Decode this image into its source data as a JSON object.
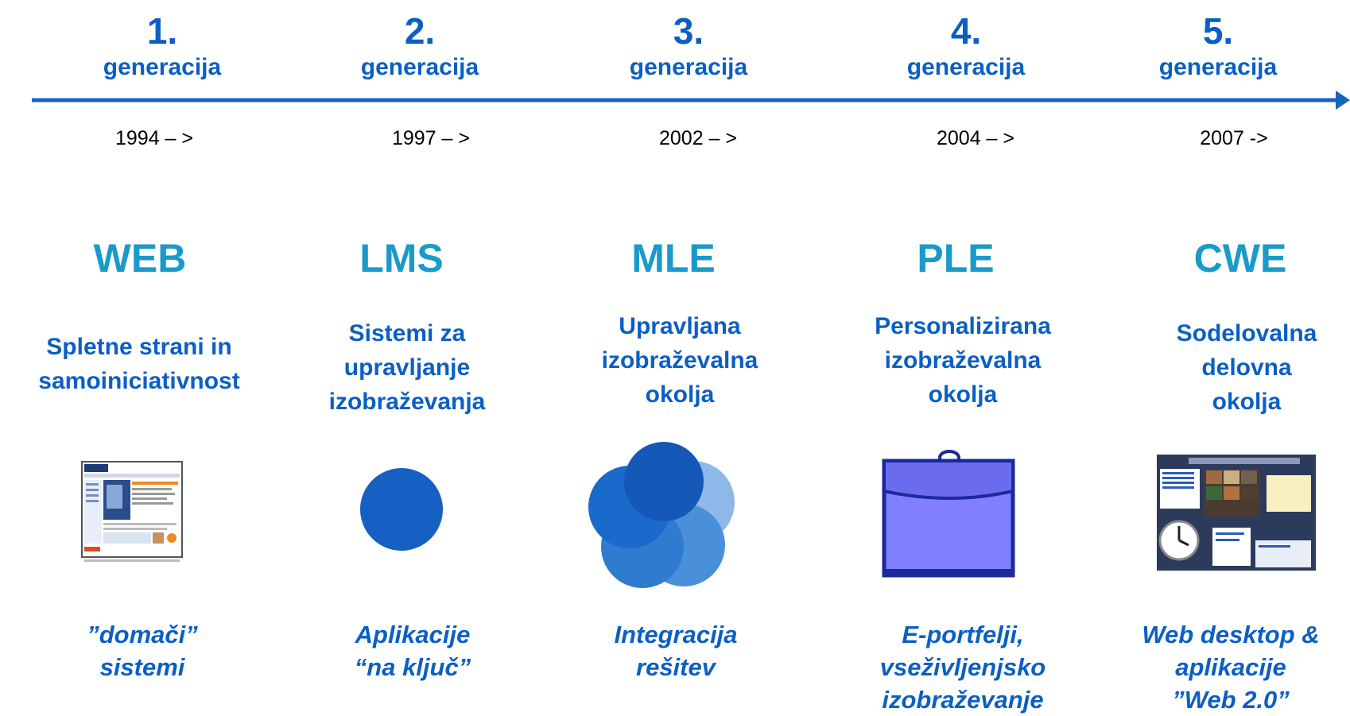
{
  "generations": [
    {
      "number": "1.",
      "label": "generacija",
      "years": "1994 – >",
      "acronym": "WEB",
      "description": "Spletne strani in\nsamoiniciativnost",
      "note": "”domači”\nsistemi",
      "picture": "website-screenshot-thumbnail"
    },
    {
      "number": "2.",
      "label": "generacija",
      "years": "1997 – >",
      "acronym": "LMS",
      "description": "Sistemi za\nupravljanje\nizobraževanja",
      "note": "Aplikacije\n“na ključ”",
      "picture": "single-circle"
    },
    {
      "number": "3.",
      "label": "generacija",
      "years": "2002 – >",
      "acronym": "MLE",
      "description": "Upravljana\nizobraževalna\nokolja",
      "note": "Integracija\nrešitev",
      "picture": "overlapping-circles"
    },
    {
      "number": "4.",
      "label": "generacija",
      "years": "2004 – >",
      "acronym": "PLE",
      "description": "Personalizirana\nizobraževalna\nokolja",
      "note": "E-portfelji,\nvseživljenjsko\nizobraževanje",
      "picture": "portfolio-folder"
    },
    {
      "number": "5.",
      "label": "generacija",
      "years": "2007 ->",
      "acronym": "CWE",
      "description": "Sodelovalna\ndelovna\nokolja",
      "note": "Web desktop &\naplikacije\n”Web 2.0”",
      "picture": "web-desktop-screenshot-thumbnail"
    }
  ],
  "colors": {
    "primary_blue": "#0b5fc4",
    "acronym_teal": "#1a9ac9",
    "axis_blue": "#1565c0",
    "folder_fill": "#8080ff",
    "folder_edge": "#1a2a9a"
  }
}
